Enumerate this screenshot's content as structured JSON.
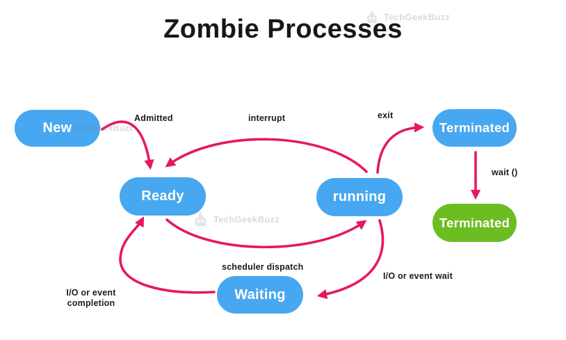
{
  "title": "Zombie Processes",
  "watermark": {
    "text": "TechGeekBuzz"
  },
  "colors": {
    "node_blue": "#47a7f0",
    "node_green": "#6cbd22",
    "arrow": "#e5195f",
    "ink": "#171717",
    "watermark_gray": "#dcd9d9"
  },
  "diagram": {
    "type": "state-diagram",
    "nodes": [
      {
        "id": "new",
        "label": "New",
        "color": "#47a7f0"
      },
      {
        "id": "ready",
        "label": "Ready",
        "color": "#47a7f0"
      },
      {
        "id": "running",
        "label": "running",
        "color": "#47a7f0"
      },
      {
        "id": "waiting",
        "label": "Waiting",
        "color": "#47a7f0"
      },
      {
        "id": "terminated-zombie",
        "label": "Terminated",
        "color": "#47a7f0"
      },
      {
        "id": "terminated-final",
        "label": "Terminated",
        "color": "#6cbd22"
      }
    ],
    "edges": [
      {
        "from": "new",
        "to": "ready",
        "label": "Admitted"
      },
      {
        "from": "running",
        "to": "ready",
        "label": "interrupt"
      },
      {
        "from": "ready",
        "to": "running",
        "label": "scheduler dispatch"
      },
      {
        "from": "running",
        "to": "terminated-zombie",
        "label": "exit"
      },
      {
        "from": "terminated-zombie",
        "to": "terminated-final",
        "label": "wait ()"
      },
      {
        "from": "running",
        "to": "waiting",
        "label": "I/O or event wait"
      },
      {
        "from": "waiting",
        "to": "ready",
        "label": "I/O or event completion"
      }
    ]
  }
}
